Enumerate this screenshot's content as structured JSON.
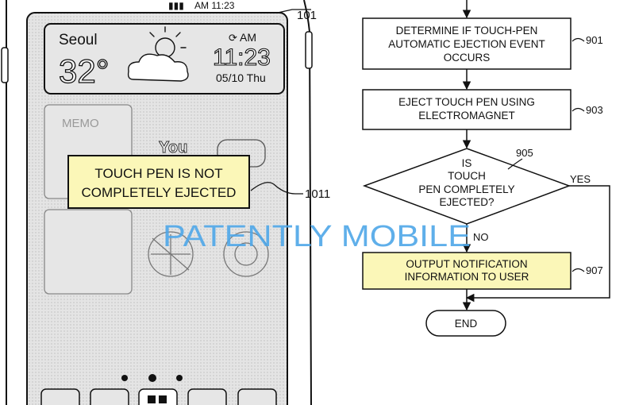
{
  "phone": {
    "status_time": "AM 11:23",
    "ref_phone": "101",
    "weather": {
      "city": "Seoul",
      "temperature": "32°",
      "alarm_indicator": "AM",
      "time": "11:23",
      "date": "05/10 Thu"
    },
    "memo_label": "MEMO",
    "youtube_label": "You",
    "popup_line1": "TOUCH PEN IS NOT",
    "popup_line2": "COMPLETELY EJECTED",
    "ref_popup": "1011"
  },
  "watermark": "PATENTLY MOBILE",
  "flowchart": {
    "step_901": {
      "line1": "DETERMINE IF TOUCH-PEN",
      "line2": "AUTOMATIC EJECTION EVENT",
      "line3": "OCCURS",
      "ref": "901"
    },
    "step_903": {
      "line1": "EJECT TOUCH PEN USING",
      "line2": "ELECTROMAGNET",
      "ref": "903"
    },
    "decision_905": {
      "line1": "IS",
      "line2": "TOUCH",
      "line3": "PEN COMPLETELY",
      "line4": "EJECTED?",
      "ref": "905",
      "yes_label": "YES",
      "no_label": "NO"
    },
    "step_907": {
      "line1": "OUTPUT NOTIFICATION",
      "line2": "INFORMATION TO USER",
      "ref": "907"
    },
    "end_label": "END"
  },
  "colors": {
    "screen": "#e2e2e2",
    "highlight": "#fbf7b8",
    "watermark": "#4ea6e8",
    "line": "#111111"
  }
}
